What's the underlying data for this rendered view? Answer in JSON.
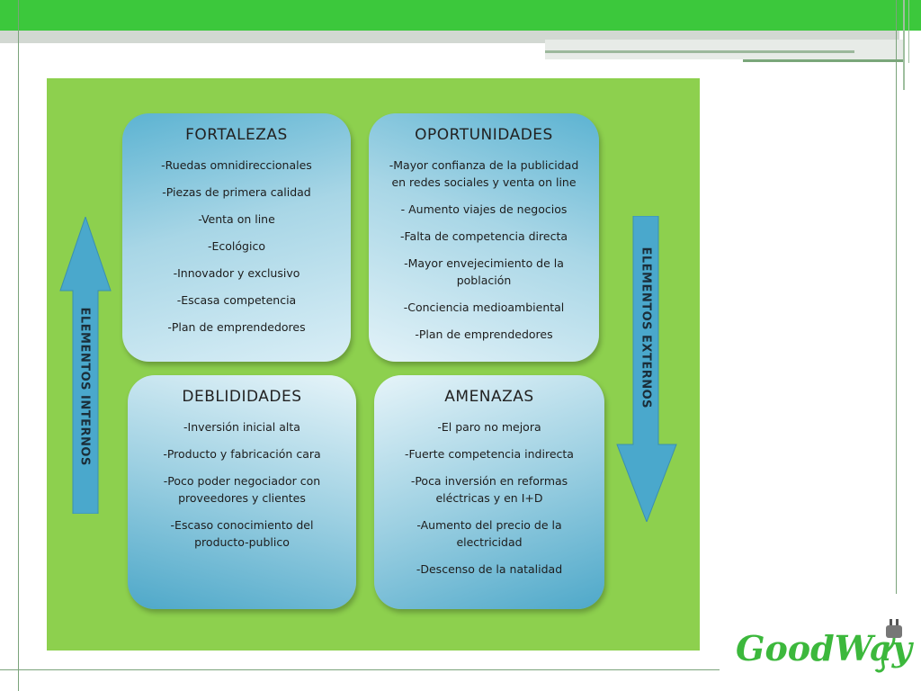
{
  "swot": {
    "fortalezas": {
      "title": "FORTALEZAS",
      "items": [
        "-Ruedas omnidireccionales",
        "-Piezas de primera calidad",
        "-Venta on line",
        "-Ecológico",
        "-Innovador y exclusivo",
        "-Escasa competencia",
        "-Plan de emprendedores"
      ]
    },
    "oportunidades": {
      "title": "OPORTUNIDADES",
      "items": [
        "-Mayor confianza de la publicidad en redes sociales y venta on line",
        "- Aumento viajes de negocios",
        "-Falta de competencia directa",
        "-Mayor envejecimiento de la población",
        "-Conciencia medioambiental",
        "-Plan de emprendedores"
      ]
    },
    "debilidades": {
      "title": "DEBLIDIDADES",
      "items": [
        "-Inversión inicial alta",
        "-Producto y fabricación cara",
        "-Poco poder negociador con proveedores y clientes",
        "-Escaso conocimiento del producto-publico"
      ]
    },
    "amenazas": {
      "title": "AMENAZAS",
      "items": [
        "-El paro no mejora",
        "-Fuerte competencia indirecta",
        "-Poca inversión en reformas eléctricas y en I+D",
        "-Aumento del precio de la electricidad",
        "-Descenso de la natalidad"
      ]
    }
  },
  "arrows": {
    "internal_label": "ELEMENTOS INTERNOS",
    "external_label": "ELEMENTOS EXTERNOS"
  },
  "logo": {
    "text": "GoodWay",
    "icon": "plug-icon"
  },
  "colors": {
    "panel": "#8dd04e",
    "accent_green": "#3cc83c",
    "arrow_blue": "#4aa8cc"
  }
}
